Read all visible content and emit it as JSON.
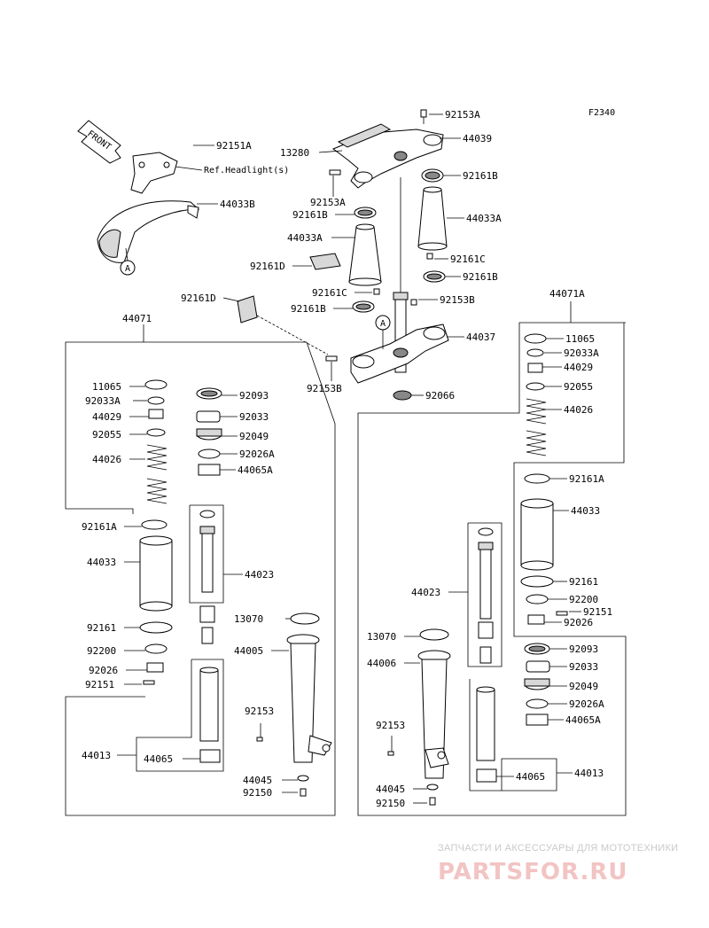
{
  "diagram_code": "F2340",
  "front_label": "FRONT",
  "labels": {
    "l92153A_top": "92153A",
    "l44039": "44039",
    "l13280": "13280",
    "l92151A": "92151A",
    "lRefHeadlight": "Ref.Headlight(s)",
    "l44033B": "44033B",
    "l92161B_1": "92161B",
    "l92153A_mid": "92153A",
    "l92161B_2": "92161B",
    "l44033A_r": "44033A",
    "l44033A_l": "44033A",
    "l92161C_r": "92161C",
    "l92161B_3": "92161B",
    "l92161D_1": "92161D",
    "l92161C_l": "92161C",
    "l92153B_r": "92153B",
    "l92161D_2": "92161D",
    "l92161B_4": "92161B",
    "l44037": "44037",
    "l92153B_l": "92153B",
    "l92066": "92066",
    "l44071A": "44071A",
    "l44071": "44071",
    "circleA1": "A",
    "circleA2": "A",
    "L_11065": "11065",
    "L_92033A": "92033A",
    "L_44029": "44029",
    "L_92055": "92055",
    "L_44026": "44026",
    "L_92161A": "92161A",
    "L_44033": "44033",
    "L_92161": "92161",
    "L_92200": "92200",
    "L_92026": "92026",
    "L_92151": "92151",
    "L_44013": "44013",
    "L_44065": "44065",
    "L_92093": "92093",
    "L_92033": "92033",
    "L_92049": "92049",
    "L_92026A": "92026A",
    "L_44065A": "44065A",
    "L_44023": "44023",
    "L_13070": "13070",
    "L_44005": "44005",
    "L_92153": "92153",
    "L_44045": "44045",
    "L_92150": "92150",
    "R_11065": "11065",
    "R_92033A": "92033A",
    "R_44029": "44029",
    "R_92055": "92055",
    "R_44026": "44026",
    "R_92161A": "92161A",
    "R_44033": "44033",
    "R_92161": "92161",
    "R_92200": "92200",
    "R_92151": "92151",
    "R_92026": "92026",
    "R_92093": "92093",
    "R_92033": "92033",
    "R_92049": "92049",
    "R_92026A": "92026A",
    "R_44065A": "44065A",
    "R_44013": "44013",
    "R_44065": "44065",
    "R_44023": "44023",
    "R_13070": "13070",
    "R_44006": "44006",
    "R_92153": "92153",
    "R_44045": "44045",
    "R_92150": "92150"
  },
  "watermark": {
    "tagline": "ЗАПЧАСТИ И АКСЕССУАРЫ ДЛЯ МОТОТЕХНИКИ",
    "brand": "PARTSFOR.RU"
  }
}
